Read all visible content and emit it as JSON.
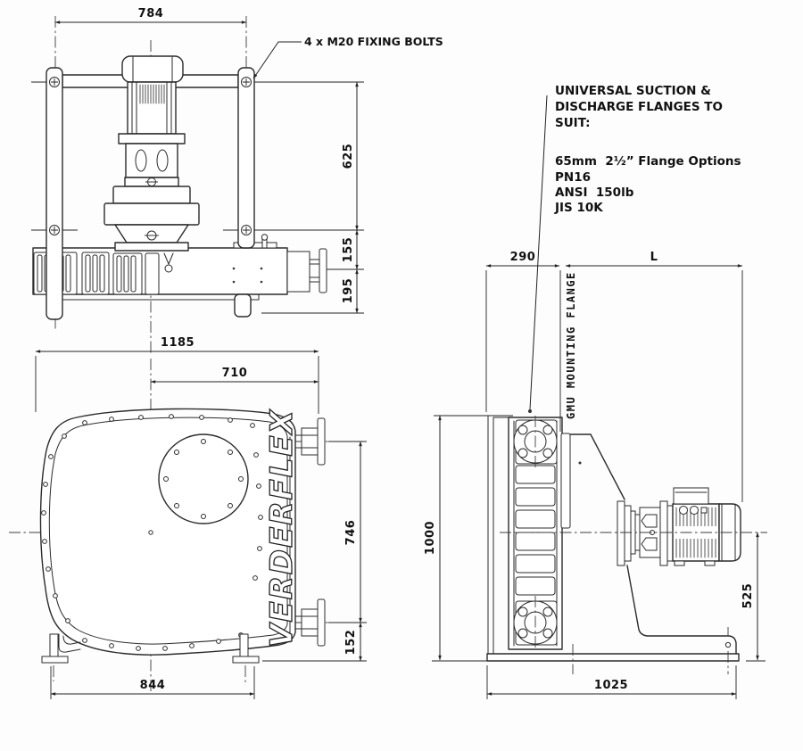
{
  "drawing": {
    "notes": {
      "fixing_bolts": "4 x M20 FIXING BOLTS",
      "flange_note": [
        "UNIVERSAL SUCTION &",
        "DISCHARGE FLANGES TO",
        "SUIT:"
      ],
      "flange_options": [
        "65mm  2½” Flange Options",
        "PN16",
        "ANSI  150lb",
        "JIS 10K"
      ],
      "gmu_label": "GMU MOUNTING FLANGE",
      "brand": "VERDERFLEX"
    },
    "dimensions": {
      "front_width": "784",
      "front_height": "625",
      "front_port_offset": "155",
      "front_base": "195",
      "side_length": "1185",
      "side_port_x": "710",
      "side_ports_y": "746",
      "side_port_base": "152",
      "side_feet": "844",
      "end_depth": "290",
      "end_motor": "L",
      "end_height": "1000",
      "end_axis": "525",
      "end_base": "1025"
    }
  }
}
